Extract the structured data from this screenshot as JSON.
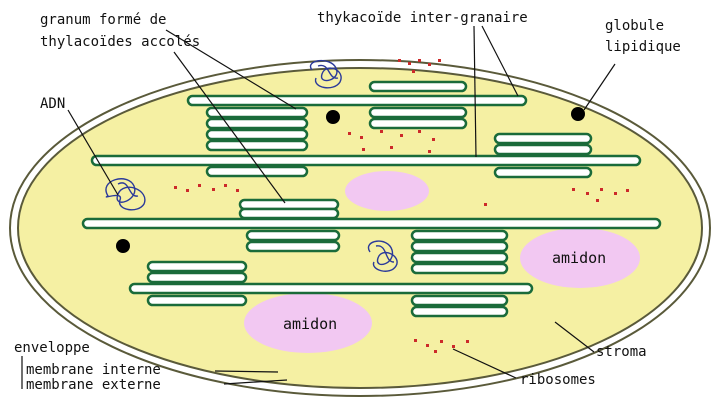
{
  "labels": {
    "granum_line1": "granum formé de",
    "granum_line2": "thylacoïdes accolés",
    "thylakoid_inter": "thykacoïde inter-granaire",
    "globule_line1": "globule",
    "globule_line2": "lipidique",
    "adn": "ADN",
    "amidon_right": "amidon",
    "amidon_bottom": "amidon",
    "enveloppe": "enveloppe",
    "membrane_interne": "membrane interne",
    "membrane_externe": "membrane externe",
    "stroma": "stroma",
    "ribosomes": "ribosomes"
  },
  "colors": {
    "stroma": "#f5f0a3",
    "membrane": "#1a6b3a",
    "thylakoid_fill": "#ffffff",
    "amidon": "#f2c8f2",
    "ribosome": "#cc2a2a",
    "globule": "#000000",
    "dna": "#2b3a9a",
    "line": "#111111"
  }
}
